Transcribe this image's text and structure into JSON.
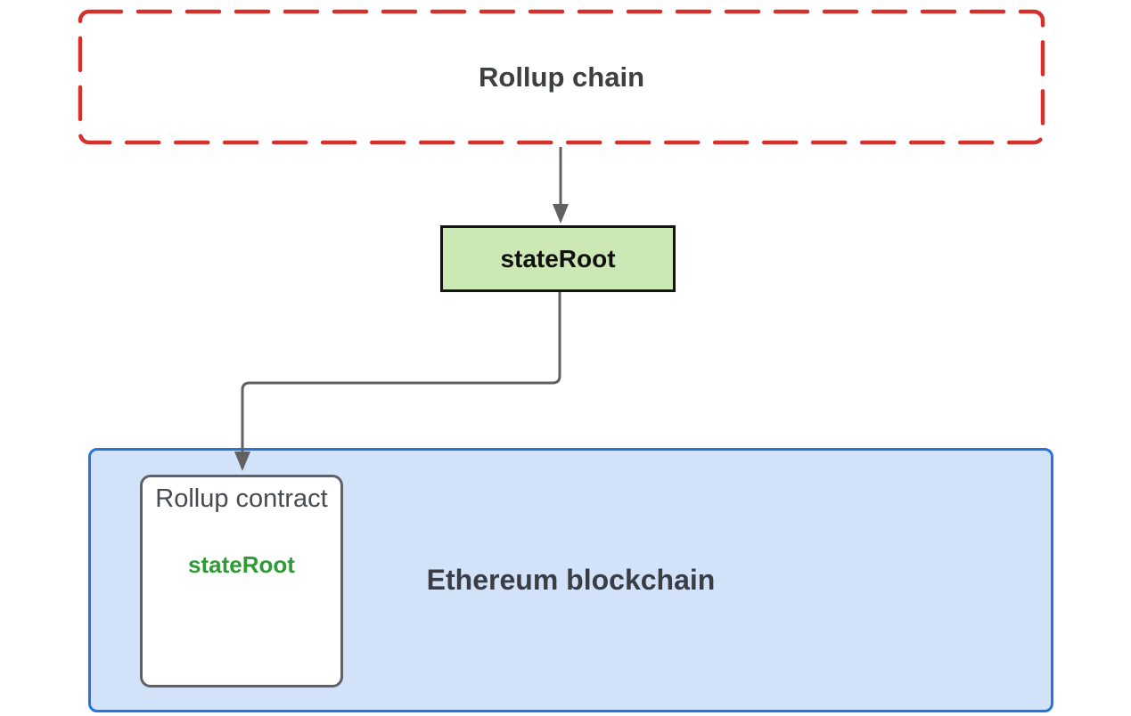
{
  "diagram": {
    "rollup_chain": {
      "label": "Rollup chain"
    },
    "state_root_node": {
      "label": "stateRoot"
    },
    "ethereum": {
      "label": "Ethereum blockchain"
    },
    "rollup_contract": {
      "title": "Rollup contract",
      "value": "stateRoot"
    },
    "connections": [
      {
        "from": "rollup-chain",
        "to": "stateroot-node",
        "style": "arrow-down"
      },
      {
        "from": "stateroot-node",
        "to": "rollup-contract",
        "style": "elbow-arrow"
      }
    ],
    "colors": {
      "red_dashed_border": "#d5302a",
      "green_node_fill": "#cce8b5",
      "green_node_border": "#141414",
      "green_value_text": "#2e9b35",
      "blue_container_fill": "#d1e2f9",
      "blue_container_border": "#2575dd",
      "connector_gray": "#616161",
      "contract_border_gray": "#5f6368",
      "dark_text": "#3c4043"
    }
  }
}
